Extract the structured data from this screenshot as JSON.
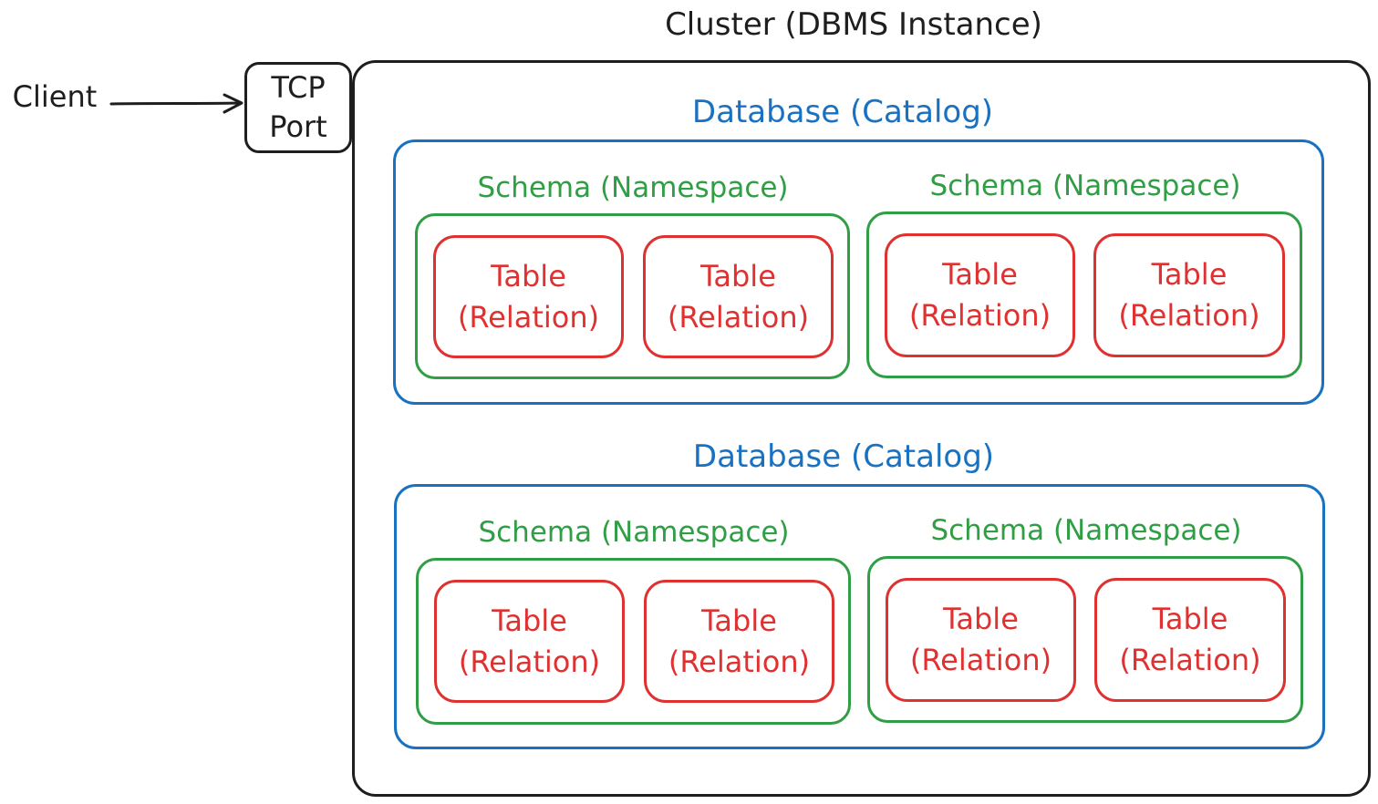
{
  "cluster": {
    "title": "Cluster (DBMS Instance)"
  },
  "client": {
    "label": "Client"
  },
  "port": {
    "line1": "TCP",
    "line2": "Port"
  },
  "databases": [
    {
      "title": "Database (Catalog)",
      "schemas": [
        {
          "title": "Schema (Namespace)",
          "tables": [
            {
              "line1": "Table",
              "line2": "(Relation)"
            },
            {
              "line1": "Table",
              "line2": "(Relation)"
            }
          ]
        },
        {
          "title": "Schema (Namespace)",
          "tables": [
            {
              "line1": "Table",
              "line2": "(Relation)"
            },
            {
              "line1": "Table",
              "line2": "(Relation)"
            }
          ]
        }
      ]
    },
    {
      "title": "Database (Catalog)",
      "schemas": [
        {
          "title": "Schema (Namespace)",
          "tables": [
            {
              "line1": "Table",
              "line2": "(Relation)"
            },
            {
              "line1": "Table",
              "line2": "(Relation)"
            }
          ]
        },
        {
          "title": "Schema (Namespace)",
          "tables": [
            {
              "line1": "Table",
              "line2": "(Relation)"
            },
            {
              "line1": "Table",
              "line2": "(Relation)"
            }
          ]
        }
      ]
    }
  ],
  "colors": {
    "stroke": "#1e1e1e",
    "database": "#1971c2",
    "schema": "#2f9e44",
    "table": "#e03131"
  }
}
